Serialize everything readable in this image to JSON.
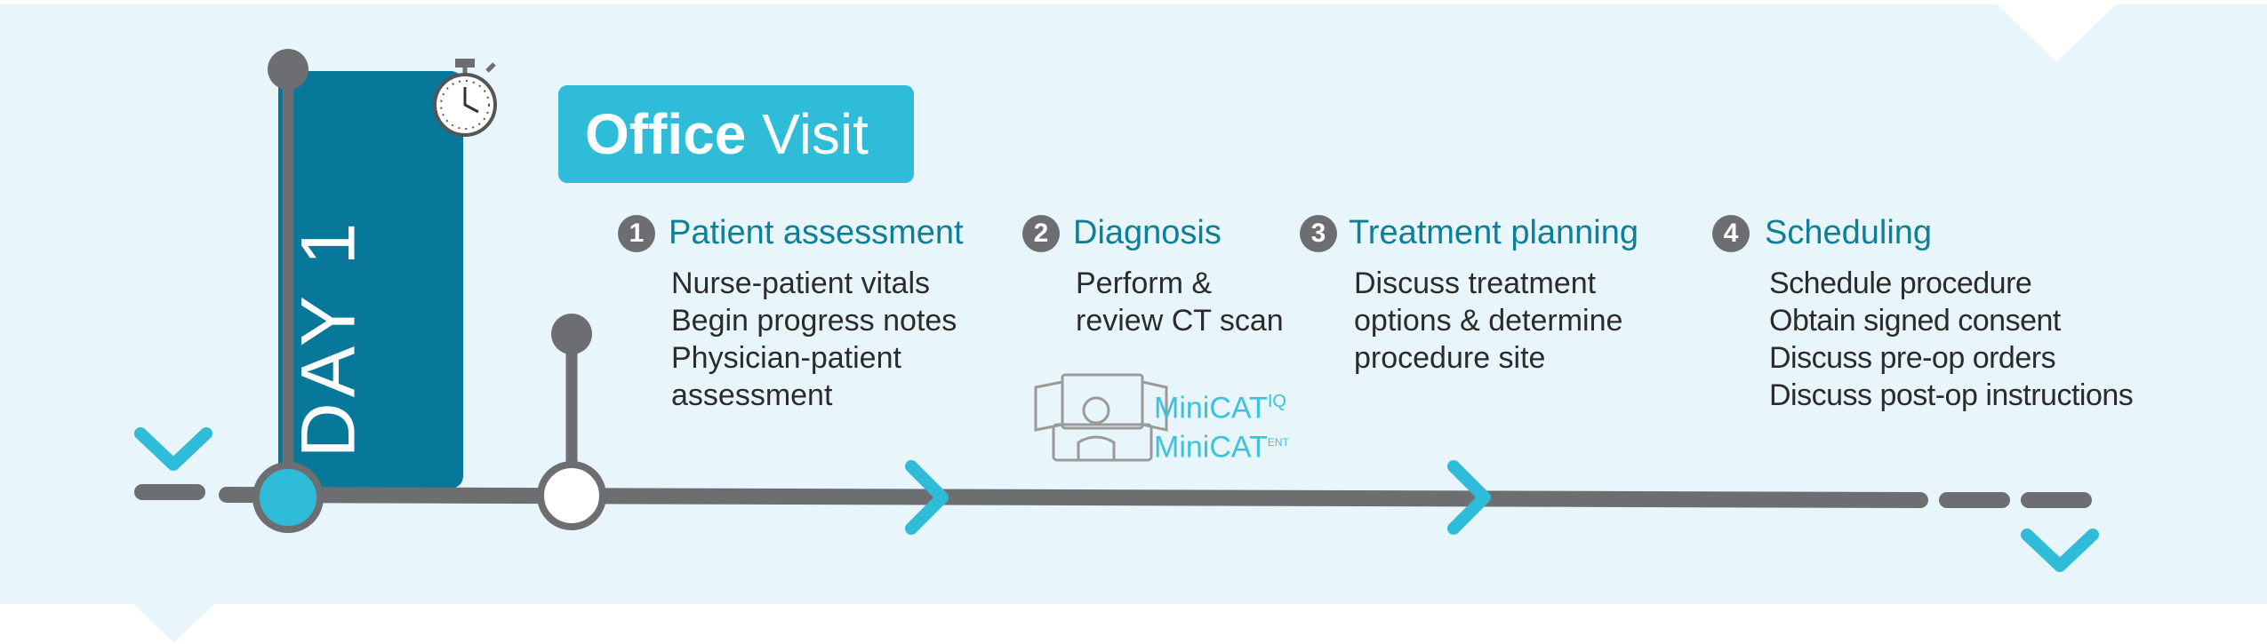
{
  "colors": {
    "band": "#e8f6fb",
    "teal_dark": "#07789a",
    "cyan": "#2ebcd9",
    "gray": "#6d6e71",
    "title_text": "#0e7f98",
    "body_text": "#2b2b2b"
  },
  "day_label": "DAY 1",
  "visit": {
    "bold": "Office",
    "rest": "Visit"
  },
  "steps": [
    {
      "number": "1",
      "title": "Patient assessment",
      "lines": [
        "Nurse-patient vitals",
        "Begin progress notes",
        "Physician-patient",
        "assessment"
      ]
    },
    {
      "number": "2",
      "title": "Diagnosis",
      "lines": [
        "Perform &",
        "review CT scan"
      ]
    },
    {
      "number": "3",
      "title": "Treatment planning",
      "lines": [
        "Discuss treatment",
        "options & determine",
        "procedure site"
      ]
    },
    {
      "number": "4",
      "title": "Scheduling",
      "lines": [
        "Schedule procedure",
        "Obtain signed consent",
        "Discuss pre-op orders",
        "Discuss post-op instructions"
      ]
    }
  ],
  "logo": {
    "line1": "MiniCAT",
    "line1_sup": "IQ",
    "line2": "MiniCAT",
    "line2_sup": "ENT",
    "icon": "ct-scanner-icon"
  },
  "icons": {
    "timer": "stopwatch-icon",
    "chevron_start": "chevron-down-icon",
    "chevron_end": "chevron-down-icon",
    "arrows": "chevron-right-icon"
  }
}
